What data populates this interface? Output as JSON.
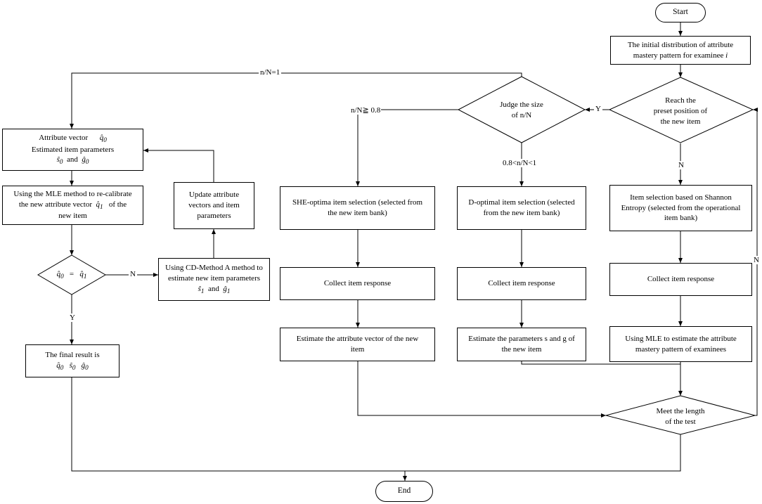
{
  "nodes": {
    "start": "Start",
    "end": "End",
    "initial": [
      "The initial distribution of attribute",
      "mastery pattern for examinee",
      "i"
    ],
    "reach": [
      "Reach the",
      "preset position of",
      "the new item"
    ],
    "judge": [
      "Judge the size",
      "of n/N"
    ],
    "shannon": [
      "Item selection based on  Shannon",
      "Entropy (selected from the operational",
      "item bank)"
    ],
    "doptimal": [
      "D-optimal item selection (selected",
      "from the new item bank)"
    ],
    "sheoptima": [
      "SHE-optima item selection (selected from",
      "the new item bank)"
    ],
    "collect": "Collect item response",
    "using_mle_est": [
      "Using MLE to estimate the attribute",
      "mastery pattern of examinees"
    ],
    "est_params": [
      "Estimate the parameters s and g of",
      "the new item"
    ],
    "est_attr": [
      "Estimate the attribute vector of the new",
      "item"
    ],
    "meet": [
      "Meet the length",
      "of the test"
    ],
    "attr_vector": {
      "l1": "Attribute vector",
      "l2": "Estimated item parameters",
      "and": "and",
      "q": "q̂",
      "s": "ŝ",
      "g": "ĝ",
      "sub": "0"
    },
    "mle_recal": {
      "l1": "Using the MLE method to re-calibrate",
      "l2": "the new attribute vector",
      "l2b": "of the",
      "l3": "new item",
      "q": "q̂",
      "sub": "1"
    },
    "compare": {
      "q": "q̂",
      "sub0": "0",
      "eq": "=",
      "sub1": "1"
    },
    "cdm": {
      "l1": "Using CD-Method A method to",
      "l2": "estimate new item parameters",
      "and": "and",
      "s": "ŝ",
      "g": "ĝ",
      "sub": "1"
    },
    "update": [
      "Update attribute",
      "vectors and item",
      "parameters"
    ],
    "final": {
      "l1": "The final result is",
      "q": "q̂",
      "s": "ŝ",
      "g": "ĝ",
      "sub": "0"
    }
  },
  "edge_labels": {
    "n_eq_1": "n/N=1",
    "n_ge_08": "n/N≧ 0.8",
    "n_mid": "0.8<n/N<1",
    "Y_reach": "Y",
    "N_reach": "N",
    "N_meet": "N",
    "N_compare": "N",
    "Y_compare": "Y"
  },
  "colors": {
    "stroke": "#000000",
    "background": "#ffffff"
  }
}
